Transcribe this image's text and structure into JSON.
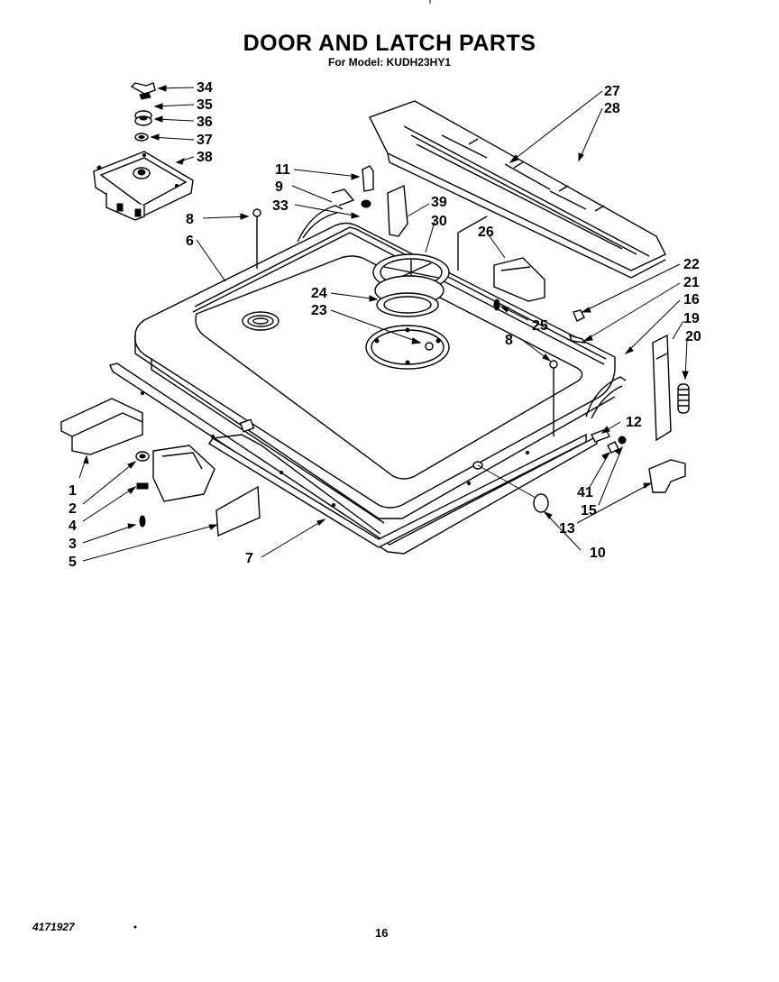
{
  "title": "DOOR AND LATCH PARTS",
  "subtitle": "For Model: KUDH23HY1",
  "document_number": "4171927",
  "page_number": "16",
  "callouts": [
    "34",
    "35",
    "36",
    "37",
    "38",
    "27",
    "28",
    "11",
    "9",
    "33",
    "39",
    "30",
    "8",
    "6",
    "26",
    "22",
    "21",
    "24",
    "23",
    "16",
    "19",
    "20",
    "8",
    "25",
    "12",
    "1",
    "2",
    "4",
    "3",
    "5",
    "7",
    "41",
    "15",
    "13",
    "10"
  ]
}
